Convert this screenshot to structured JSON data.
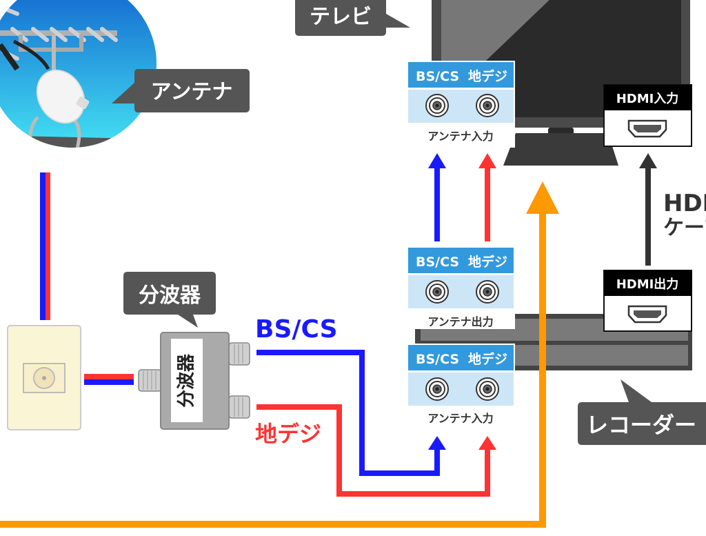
{
  "labels": {
    "antenna": "アンテナ",
    "tv": "テレビ",
    "splitter_bubble": "分波器",
    "splitter_body": "分波器",
    "recorder": "レコーダー",
    "bs_cs_line": "BS/CS",
    "terrestrial_line": "地デジ",
    "hdmi_cable_1": "HDMI",
    "hdmi_cable_2": "ケーブル"
  },
  "panels": {
    "tv_antenna_in": {
      "left": "BS/CS",
      "right": "地デジ",
      "caption": "アンテナ入力"
    },
    "rec_antenna_out": {
      "left": "BS/CS",
      "right": "地デジ",
      "caption": "アンテナ出力"
    },
    "rec_antenna_in": {
      "left": "BS/CS",
      "right": "地デジ",
      "caption": "アンテナ入力"
    },
    "tv_hdmi_in": {
      "title": "HDMI入力"
    },
    "rec_hdmi_out": {
      "title": "HDMI出力"
    }
  },
  "colors": {
    "bs_cs": "#1a1aff",
    "terrestrial": "#ff3333",
    "orange_cable": "#ff9900",
    "hdmi_cable": "#333333",
    "panel_header": "#3399dd",
    "panel_body": "#cce6f7",
    "bubble": "#555555"
  }
}
